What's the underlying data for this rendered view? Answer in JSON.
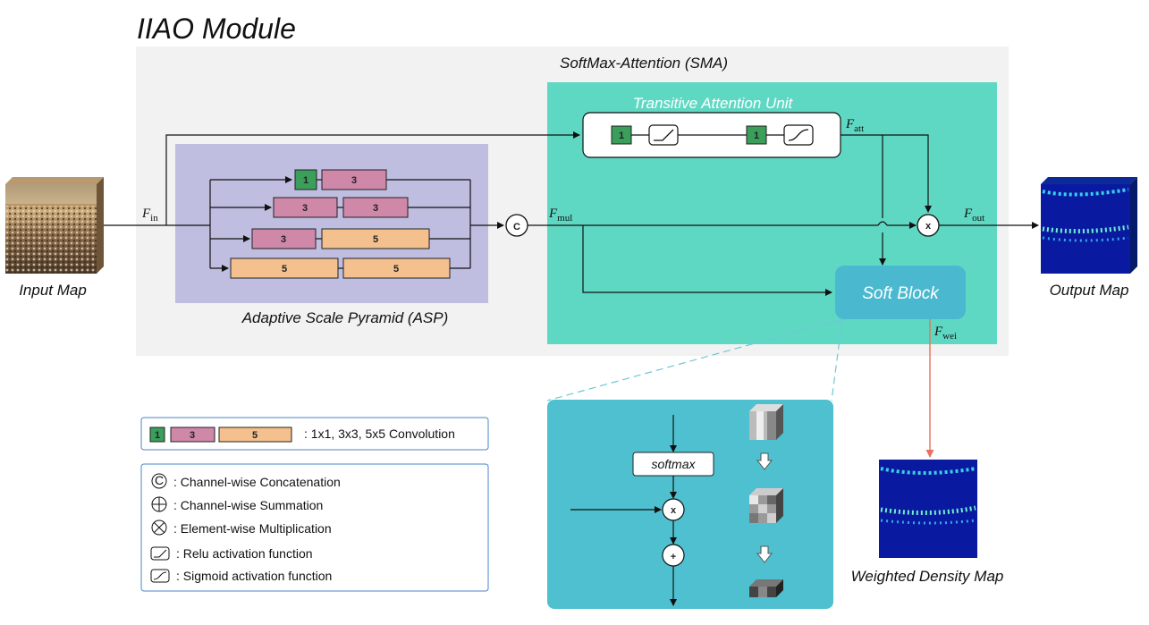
{
  "module_title": "IIAO Module",
  "sma_title": "SoftMax-Attention (SMA)",
  "tau_title": "Transitive Attention Unit",
  "asp_title": "Adaptive Scale Pyramid (ASP)",
  "soft_block_label": "Soft Block",
  "softmax_label": "softmax",
  "input_caption": "Input Map",
  "output_caption": "Output Map",
  "weighted_caption": "Weighted Density Map",
  "concat_symbol": "C",
  "mult_symbol": "x",
  "plus_symbol": "+",
  "asp_rows": [
    {
      "a": "1",
      "b": "3"
    },
    {
      "a": "3",
      "b": "3"
    },
    {
      "a": "3",
      "b": "5"
    },
    {
      "a": "5",
      "b": "5"
    }
  ],
  "tau_conv1": "1",
  "tau_conv2": "1",
  "signals": {
    "f_in": {
      "base": "F",
      "sub": "in"
    },
    "f_att": {
      "base": "F",
      "sub": "att"
    },
    "f_mul": {
      "base": "F",
      "sub": "mul"
    },
    "f_out": {
      "base": "F",
      "sub": "out"
    },
    "f_wei": {
      "base": "F",
      "sub": "wei"
    }
  },
  "legend": {
    "conv_labels": [
      "1",
      "3",
      "5"
    ],
    "conv_text": ":  1x1, 3x3, 5x5 Convolution",
    "items": [
      {
        "symbol": "C",
        "text": ":  Channel-wise   Concatenation"
      },
      {
        "symbol": "+",
        "text": ":  Channel-wise   Summation"
      },
      {
        "symbol": "x",
        "text": ":  Element-wise   Multiplication"
      },
      {
        "symbol": "relu",
        "text": ":  Relu activation function"
      },
      {
        "symbol": "sigmoid",
        "text": ":  Sigmoid activation function"
      }
    ]
  },
  "colors": {
    "asp_bg": "#bfbde0",
    "sma_bg": "#5fd8c3",
    "module_bg": "#f2f2f2",
    "soft_block": "#4ab9cf",
    "soft_detail": "#4fc0cf",
    "conv1": "#3b9e5b",
    "conv3": "#cf88a8",
    "conv5": "#f4c08e",
    "legend_border": "#4a86c5",
    "arrow_red": "#e5735f"
  }
}
